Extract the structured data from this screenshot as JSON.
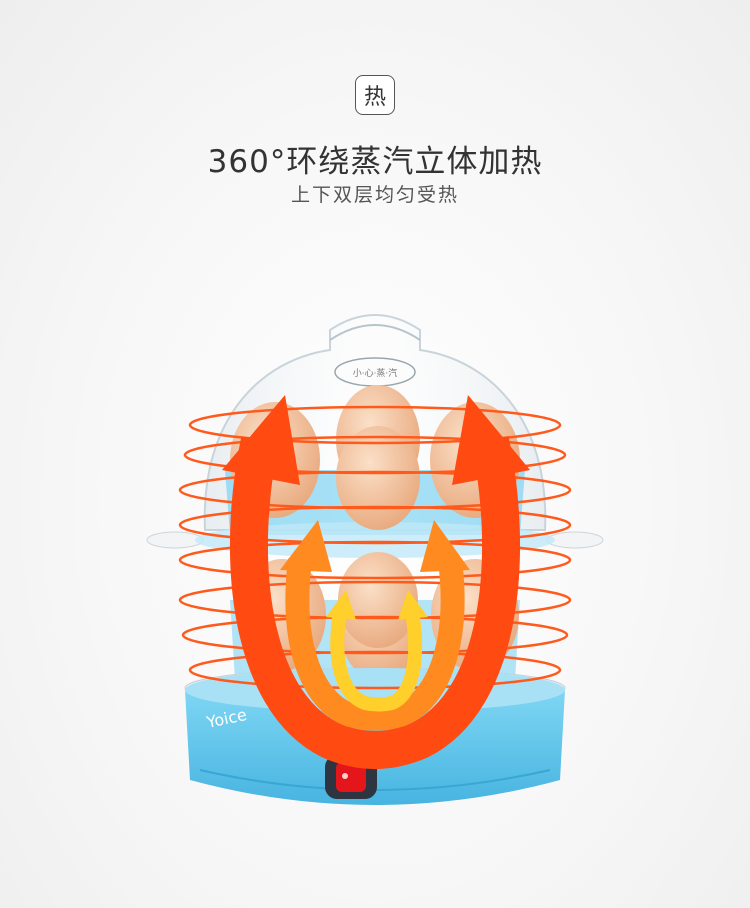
{
  "header": {
    "badge_char": "热",
    "title": "360°环绕蒸汽立体加热",
    "subtitle": "上下双层均匀受热"
  },
  "product": {
    "brand_text": "Yoice",
    "lid_label": "小·心·蒸·汽",
    "colors": {
      "base_blue": "#5cc6ec",
      "tray_blue": "#7fd3f2",
      "egg": "#f2c09a",
      "arrow_outer": "#ff4a12",
      "arrow_mid": "#ff8a20",
      "arrow_inner": "#ffcf2b",
      "ring": "#ff5a1c",
      "switch_red": "#e5161b"
    },
    "icons": [
      "power-switch-icon",
      "heat-arrow-icon",
      "steam-ring-icon"
    ]
  }
}
